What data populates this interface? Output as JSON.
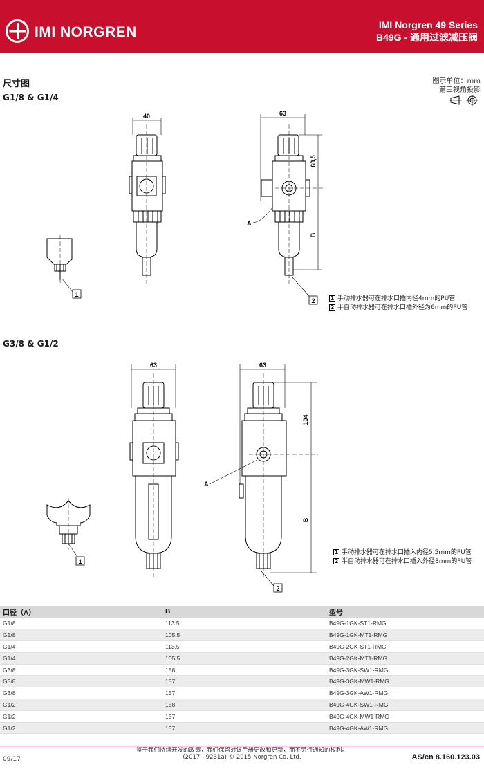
{
  "header": {
    "brand": "IMI NORGREN",
    "series": "IMI Norgren 49 Series",
    "product": "B49G - 通用过滤减压阀"
  },
  "section": {
    "title": "尺寸图",
    "units_line1": "图示单位：mm",
    "units_line2": "第三视角投影"
  },
  "group1": {
    "title": "G1/8 & G1/4",
    "dim_width_front": "40",
    "dim_width_side": "63",
    "dim_height_top": "68,5",
    "dim_b": "B",
    "label_a": "A",
    "callout1": "1",
    "callout2": "2",
    "note1": "手动排水器可在排水口插内径4mm的PU管",
    "note2": "半自动排水器可在排水口插外径为6mm的PU管"
  },
  "group2": {
    "title": "G3/8 & G1/2",
    "dim_width_front": "63",
    "dim_width_side": "63",
    "dim_height_top": "104",
    "dim_b": "B",
    "label_a": "A",
    "callout1": "1",
    "callout2": "2",
    "note1": "手动排水器可在排水口插入内径5.5mm的PU管",
    "note2": "半自动排水器可在排水口插入外径8mm的PU管"
  },
  "table": {
    "headers": [
      "口径（A）",
      "B",
      "型号"
    ],
    "rows": [
      [
        "G1/8",
        "113.5",
        "B49G-1GK-ST1-RMG"
      ],
      [
        "G1/8",
        "105.5",
        "B49G-1GK-MT1-RMG"
      ],
      [
        "G1/4",
        "113.5",
        "B49G-2GK-ST1-RMG"
      ],
      [
        "G1/4",
        "105.5",
        "B49G-2GK-MT1-RMG"
      ],
      [
        "G3/8",
        "158",
        "B49G-3GK-SW1-RMG"
      ],
      [
        "G3/8",
        "157",
        "B49G-3GK-MW1-RMG"
      ],
      [
        "G3/8",
        "157",
        "B49G-3GK-AW1-RMG"
      ],
      [
        "G1/2",
        "158",
        "B49G-4GK-SW1-RMG"
      ],
      [
        "G1/2",
        "157",
        "B49G-4GK-MW1-RMG"
      ],
      [
        "G1/2",
        "157",
        "B49G-4GK-AW1-RMG"
      ]
    ]
  },
  "footer": {
    "date": "09/17",
    "disclaimer": "鉴于我们持续开发的政策，我们保留对该手册更改和更新，而不另行通知的权利。",
    "copyright": "(2017 - 9231a) © 2015 Norgren Co. Ltd.",
    "doc_code": "AS/cn 8.160.123.03"
  },
  "colors": {
    "brand_red": "#c8102e",
    "table_header": "#d8d8d8",
    "row_alt": "#ececec"
  },
  "icons": [
    "norgren-logo-icon",
    "third-angle-projection-icon"
  ]
}
